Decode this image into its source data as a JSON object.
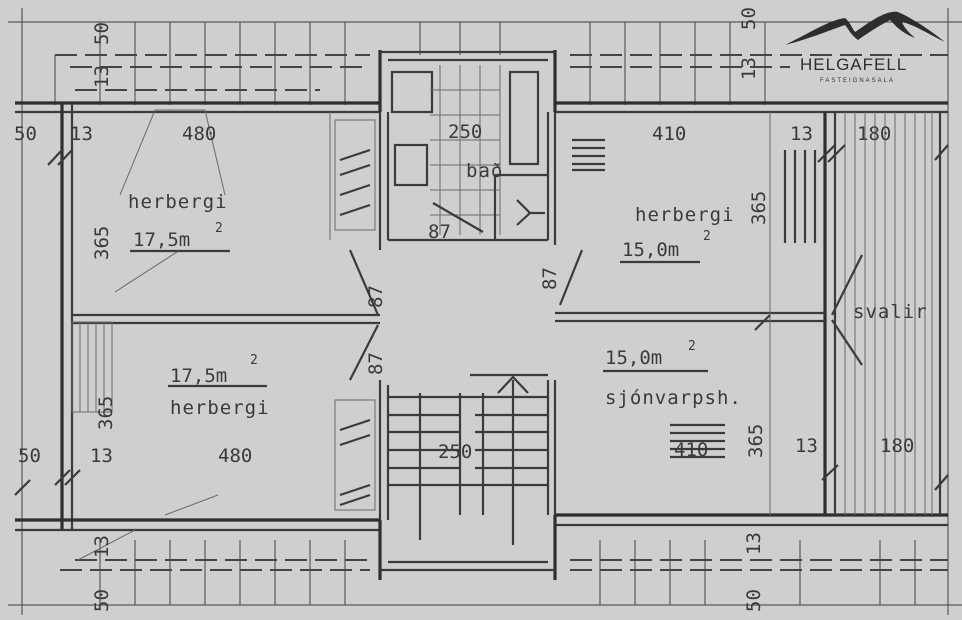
{
  "logo": {
    "name": "HELGAFELL",
    "subtitle": "FASTEIGNASALA"
  },
  "rooms": [
    {
      "id": "bedroom-top-left",
      "name": "herbergi",
      "area": "17,5m",
      "width": "480",
      "depth": "365"
    },
    {
      "id": "bathroom",
      "name": "bað",
      "width": "250",
      "door": "87"
    },
    {
      "id": "bedroom-top-right",
      "name": "herbergi",
      "area": "15,0m",
      "width": "410",
      "depth": "365"
    },
    {
      "id": "bedroom-bottom-left",
      "name": "herbergi",
      "area": "17,5m",
      "width": "480",
      "depth": "365"
    },
    {
      "id": "stairwell",
      "width": "250"
    },
    {
      "id": "tv-room",
      "name": "sjónvarpsh.",
      "area": "15,0m",
      "width": "410",
      "depth": "365"
    },
    {
      "id": "balcony",
      "name": "svalir",
      "width": "180"
    }
  ],
  "area_unit_exp": "2",
  "dimensions": {
    "top_left_50": "50",
    "top_left_13": "13",
    "top_wall_50": "50",
    "top_wall_13": "13",
    "top_right_50": "50",
    "top_right_13": "13",
    "top_13_right": "13",
    "top_180": "180",
    "bottom_left_50": "50",
    "bottom_left_13": "13",
    "bottom_13_right": "13",
    "bottom_180": "180",
    "bottom_wall_13_left": "13",
    "bottom_wall_50_left": "50",
    "bottom_wall_13_right": "13",
    "bottom_wall_50_right": "50",
    "door_87_left_upper": "87",
    "door_87_left_lower": "87",
    "door_87_right": "87"
  }
}
